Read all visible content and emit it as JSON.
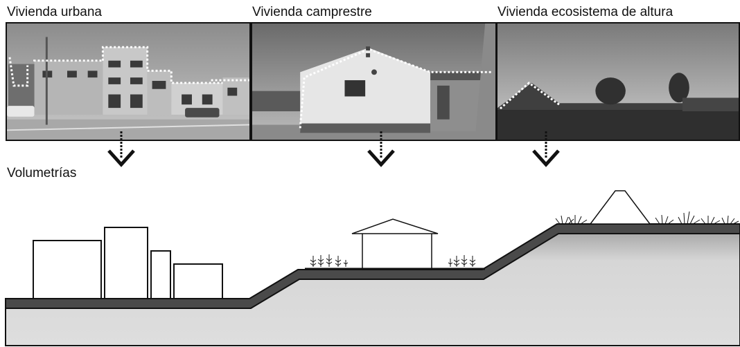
{
  "labels": {
    "urban": "Vivienda urbana",
    "campestre": "Vivienda camprestre",
    "ecosistema": "Vivienda ecosistema de altura",
    "volumetrias": "Volumetrías"
  },
  "colors": {
    "ground_band": "#4a4a4a",
    "ground_fill": "#d8d8d8",
    "outline": "#111111"
  }
}
